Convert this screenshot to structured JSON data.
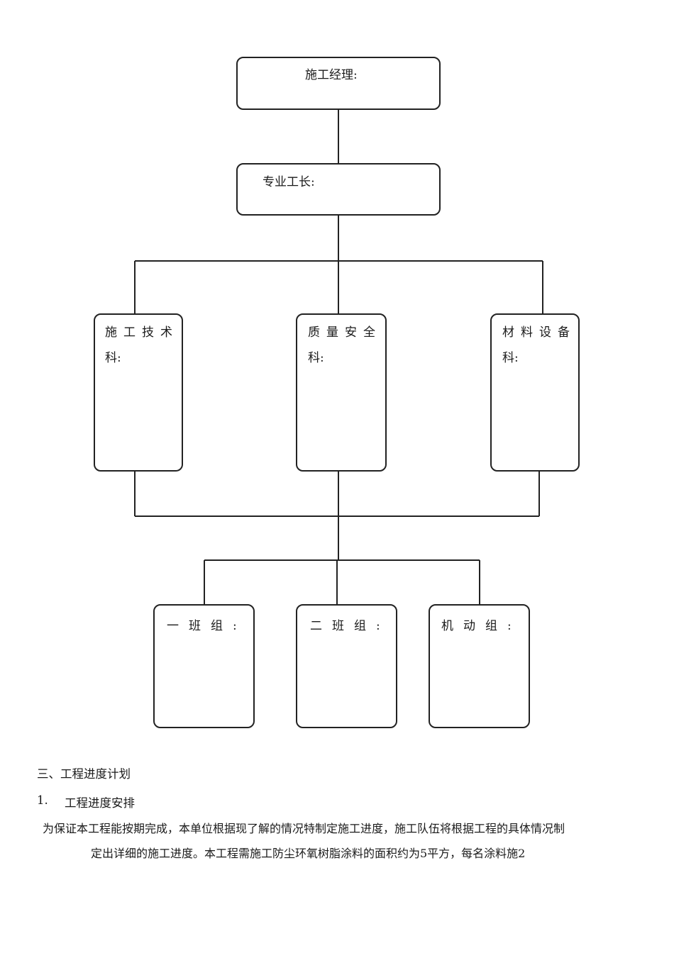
{
  "org_chart": {
    "manager": "施工经理:",
    "foreman": "专业工长:",
    "departments": [
      {
        "line1": "施工技术",
        "line2": "科:"
      },
      {
        "line1": "质量安全",
        "line2": "科:"
      },
      {
        "line1": "材料设备",
        "line2": "科:"
      }
    ],
    "teams": [
      "一班组:",
      "二班组:",
      "机动组:"
    ]
  },
  "section": {
    "heading": "三、工程进度计划",
    "subheading_number": "1.",
    "subheading_text": "工程进度安排",
    "body_line1": "为保证本工程能按期完成，本单位根据现了解的情况特制定施工进度，施工队伍将根据工程的具体情况制",
    "body_line2": "定出详细的施工进度。本工程需施工防尘环氧树脂涂料的面积约为5平方，每名涂料施2"
  }
}
